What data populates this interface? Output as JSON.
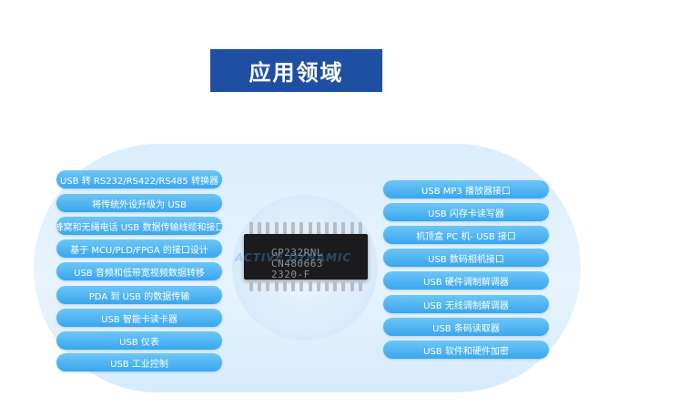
{
  "title": "应用领域",
  "chip": {
    "lines": [
      "GP232RNL",
      "CN480663",
      "2320-F"
    ]
  },
  "watermark": "ACTIVE DYNAMIC",
  "left_items": [
    "USB 转 RS232/RS422/RS485 转换器",
    "将传统外设升级为 USB",
    "蜂窝和无绳电话 USB 数据传输线缆和接口",
    "基于 MCU/PLD/FPGA 的接口设计",
    "USB 音频和低带宽视频数据转移",
    "PDA 到 USB 的数据传输",
    "USB 智能卡读卡器",
    "USB 仪表",
    "USB 工业控制"
  ],
  "right_items": [
    "USB MP3 播放器接口",
    "USB 闪存卡读写器",
    "机顶盒 PC 机- USB 接口",
    "USB 数码相机接口",
    "USB 硬件调制解调器",
    "USB 无线调制解调器",
    "USB 条码读取器",
    "USB 软件和硬件加密"
  ]
}
